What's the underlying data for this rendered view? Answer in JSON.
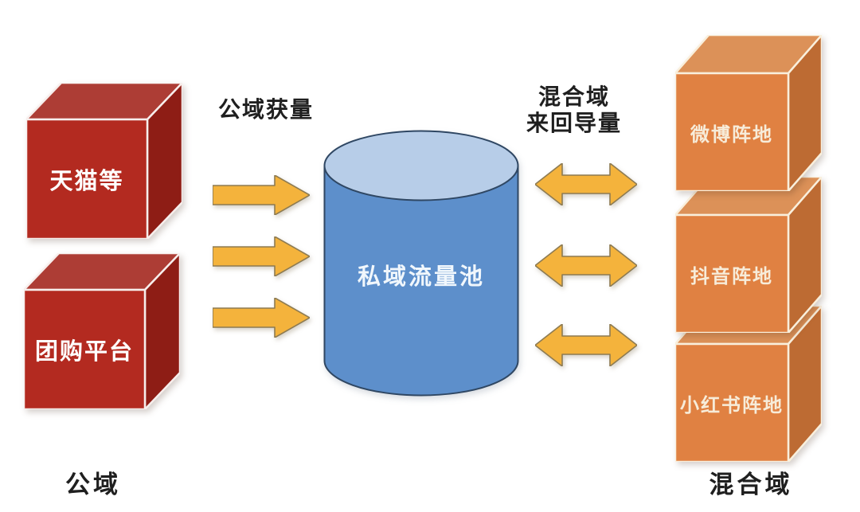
{
  "diagram": {
    "public_domain": {
      "group_label": "公域",
      "nodes": [
        {
          "label": "天猫等"
        },
        {
          "label": "团购平台"
        }
      ]
    },
    "private_pool": {
      "label": "私域流量池"
    },
    "mixed_domain": {
      "group_label": "混合域",
      "nodes": [
        {
          "label": "微博阵地"
        },
        {
          "label": "抖音阵地"
        },
        {
          "label": "小红书阵地"
        }
      ]
    },
    "flows": {
      "acquisition": {
        "label": "公域获量",
        "direction": "left-to-center",
        "arrow_count": 3
      },
      "two_way": {
        "label_line1": "混合域",
        "label_line2": "来回导量",
        "direction": "bidirectional",
        "arrow_count": 3
      }
    }
  },
  "colors": {
    "bg": "#ffffff",
    "cube-red-front": "#b32a20",
    "cube-red-top": "#ad3d35",
    "cube-red-side": "#8e1d15",
    "cube-red-edge": "#f7eeec",
    "cube-orange-front": "#e08142",
    "cube-orange-top": "#dc9158",
    "cube-orange-side": "#bd6b33",
    "cube-orange-edge": "#f9efdc",
    "cylinder-body": "#5d8fcb",
    "cylinder-top": "#b7cde8",
    "cylinder-outline": "#2f4763",
    "arrow-fill": "#f4b33c",
    "arrow-outline": "#8d7b52",
    "text-dark": "#1f1f1f",
    "text-light": "#ffffff",
    "text-cream": "#f7ecd9"
  }
}
